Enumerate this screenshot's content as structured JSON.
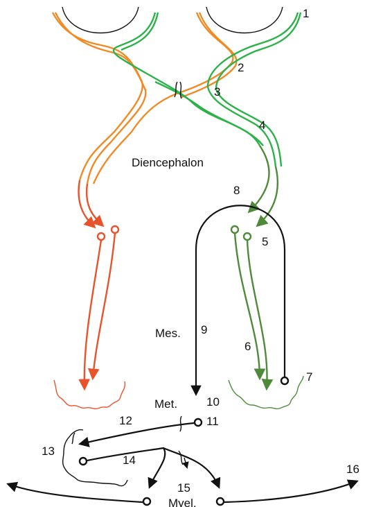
{
  "labels": {
    "n1": "1",
    "n2": "2",
    "n3": "3",
    "n4": "4",
    "n5": "5",
    "n6": "6",
    "n7": "7",
    "n8": "8",
    "n9": "9",
    "n10": "10",
    "n11": "11",
    "n12": "12",
    "n13": "13",
    "n14": "14",
    "n15": "15",
    "n16": "16",
    "diencephalon": "Diencephalon",
    "mes": "Mes.",
    "met": "Met.",
    "myel": "Myel."
  },
  "colors": {
    "orange": "#F08A24",
    "red": "#E8532B",
    "green": "#2DB24A",
    "dark_green": "#4E8A3A",
    "black": "#111111"
  }
}
